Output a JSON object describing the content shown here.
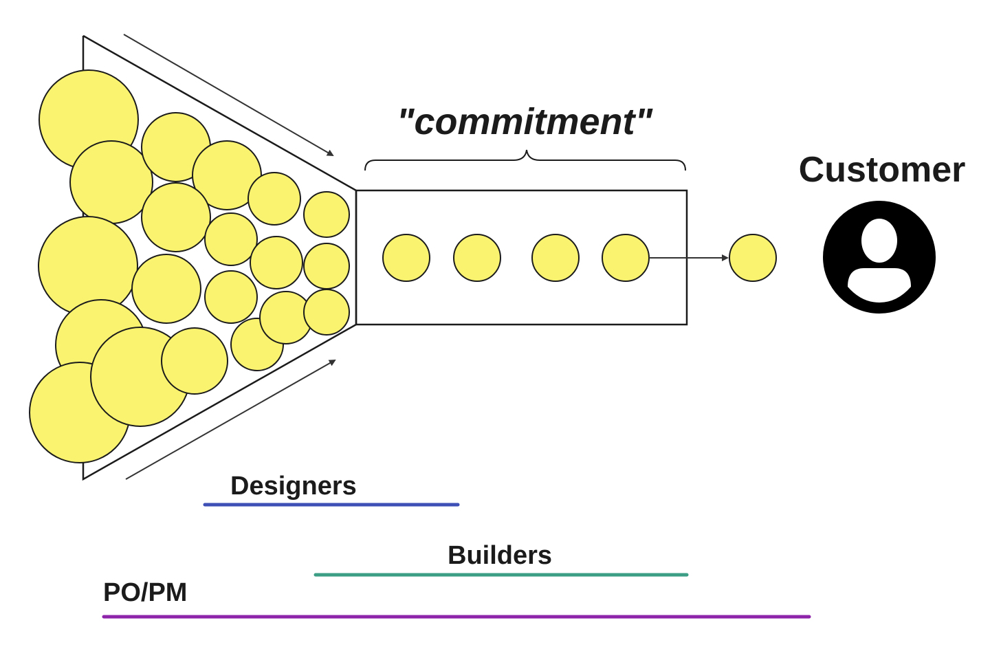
{
  "diagram": {
    "commitment_label": "\"commitment\"",
    "customer_label": "Customer",
    "roles": [
      {
        "label": "Designers",
        "color": "#3e4fb5"
      },
      {
        "label": "Builders",
        "color": "#3d9e86"
      },
      {
        "label": "PO/PM",
        "color": "#8e24aa"
      }
    ],
    "colors": {
      "idea_fill": "#f9f36f",
      "stroke": "#1b1b1b",
      "customer_icon": "#000000"
    },
    "icons": {
      "customer": "person-avatar-icon"
    }
  }
}
